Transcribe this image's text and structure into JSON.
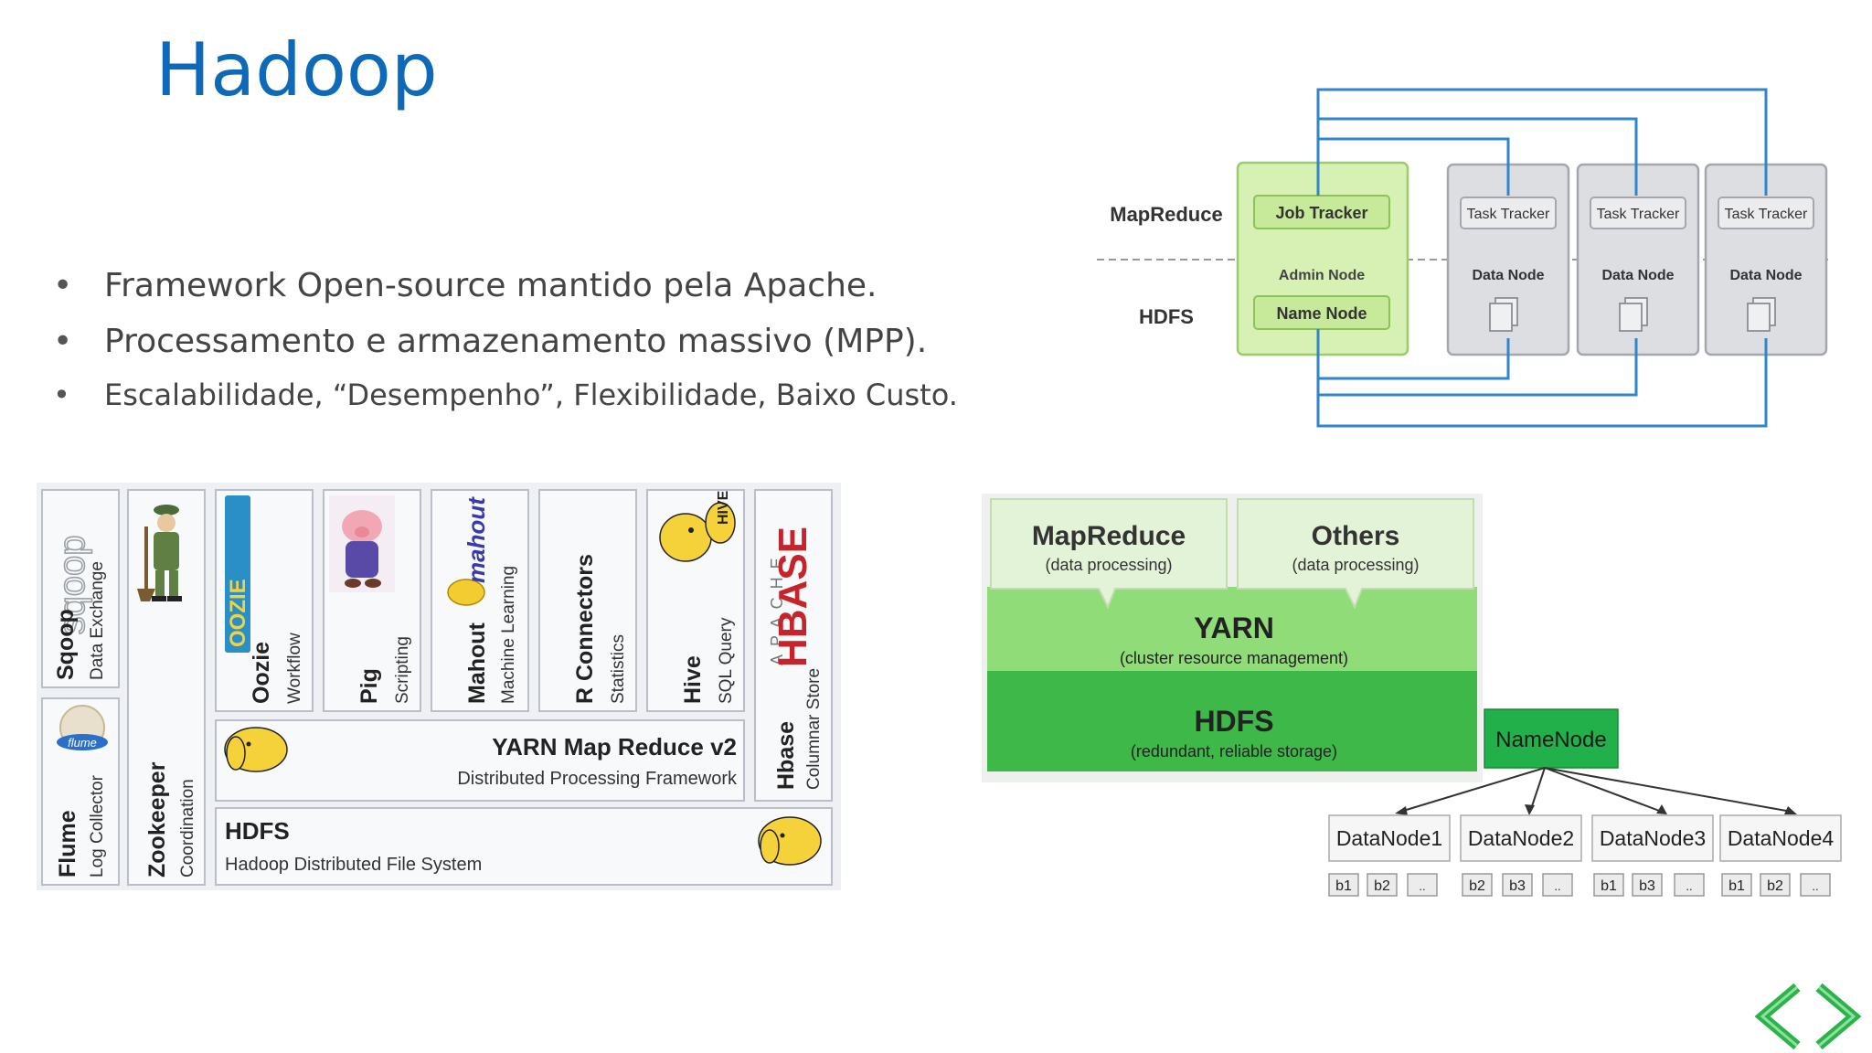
{
  "slide": {
    "title": "Hadoop",
    "bullets": [
      "Framework Open-source mantido pela Apache.",
      "Processamento e armazenamento massivo (MPP).",
      "Escalabilidade, “Desempenho”, Flexibilidade, Baixo Custo."
    ],
    "bullet_glyph": "•"
  },
  "ecosystem": {
    "sqoop": {
      "name": "Sqoop",
      "sub": "Data Exchange",
      "logo": "sqoop"
    },
    "flume": {
      "name": "Flume",
      "sub": "Log Collector",
      "logo": "flume"
    },
    "zookeeper": {
      "name": "Zookeeper",
      "sub": "Coordination"
    },
    "oozie": {
      "name": "Oozie",
      "sub": "Workflow",
      "logo": "OOZIE"
    },
    "pig": {
      "name": "Pig",
      "sub": "Scripting"
    },
    "mahout": {
      "name": "Mahout",
      "sub": "Machine Learning",
      "logo": "mahout"
    },
    "rconn": {
      "name": "R Connectors",
      "sub": "Statistics"
    },
    "hive": {
      "name": "Hive",
      "sub": "SQL Query",
      "logo": "HIVE"
    },
    "hbase": {
      "name": "Hbase",
      "sub": "Columnar Store",
      "logo_top": "APACHE",
      "logo_main": "HBASE"
    },
    "yarn": {
      "name": "YARN Map Reduce v2",
      "sub": "Distributed Processing Framework"
    },
    "hdfs": {
      "name": "HDFS",
      "sub": "Hadoop Distributed File System"
    }
  },
  "cluster": {
    "mapreduce_label": "MapReduce",
    "hdfs_label": "HDFS",
    "job_tracker": "Job Tracker",
    "admin_node": "Admin Node",
    "name_node": "Name Node",
    "task_tracker": "Task Tracker",
    "data_node": "Data Node"
  },
  "stack": {
    "mapreduce": {
      "name": "MapReduce",
      "sub": "(data processing)"
    },
    "others": {
      "name": "Others",
      "sub": "(data processing)"
    },
    "yarn": {
      "name": "YARN",
      "sub": "(cluster resource management)"
    },
    "hdfs": {
      "name": "HDFS",
      "sub": "(redundant, reliable storage)"
    }
  },
  "namenode_tree": {
    "namenode": "NameNode",
    "datanodes": [
      {
        "label": "DataNode1",
        "blocks": [
          "b1",
          "b2",
          ".."
        ]
      },
      {
        "label": "DataNode2",
        "blocks": [
          "b2",
          "b3",
          ".."
        ]
      },
      {
        "label": "DataNode3",
        "blocks": [
          "b1",
          "b3",
          ".."
        ]
      },
      {
        "label": "DataNode4",
        "blocks": [
          "b1",
          "b2",
          ".."
        ]
      }
    ]
  },
  "colors": {
    "title_blue": "#0e6ab8",
    "cluster_blue": "#2f86c8",
    "admin_green": "#d7f0b4",
    "yarn_green": "#8fdc78",
    "hdfs_green": "#3fb84a",
    "namenode_green": "#22b04a",
    "nav_green": "#2bb34a"
  },
  "icons": [
    "chevron-left-icon",
    "chevron-right-icon"
  ]
}
